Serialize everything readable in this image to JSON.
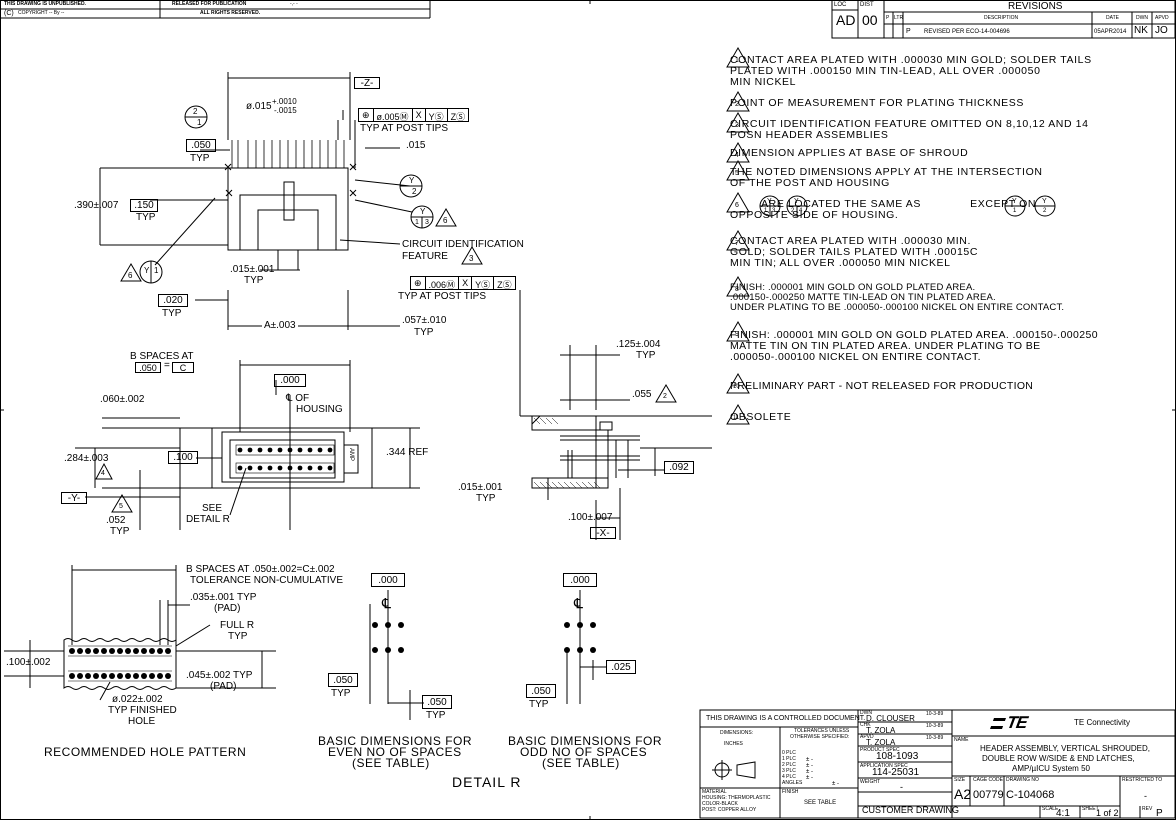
{
  "header": {
    "unpublished": "THIS DRAWING IS UNPUBLISHED.",
    "released": "RELEASED FOR PUBLICATION",
    "released_val": "-,-  -",
    "copyright": "COPYRIGHT    --    By --",
    "rights": "ALL RIGHTS RESERVED.",
    "copyright_symbol": "C"
  },
  "revisions": {
    "title": "REVISIONS",
    "loc_label": "LOC",
    "loc": "AD",
    "dist_label": "DIST",
    "dist": "00",
    "col_p": "P",
    "col_ltr": "LTR",
    "col_desc": "DESCRIPTION",
    "col_date": "DATE",
    "col_dwn": "DWN",
    "col_apvd": "APVD",
    "row_ltr": "P",
    "row_desc": "REVISED PER ECO-14-004696",
    "row_date": "05APR2014",
    "row_dwn": "NK",
    "row_apvd": "JO"
  },
  "notes": [
    {
      "num": "1",
      "text": "CONTACT AREA PLATED WITH .000030 MIN GOLD; SOLDER TAILS\nPLATED WITH .000150 MIN TIN-LEAD, ALL OVER .000050\nMIN NICKEL"
    },
    {
      "num": "2",
      "text": "POINT OF MEASUREMENT FOR PLATING THICKNESS"
    },
    {
      "num": "3",
      "text": "CIRCUIT IDENTIFICATION FEATURE OMITTED ON 8,10,12 AND 14\nPOSN HEADER ASSEMBLIES"
    },
    {
      "num": "4",
      "text": "DIMENSION APPLIES AT BASE OF SHROUD"
    },
    {
      "num": "5",
      "text": "THE NOTED DIMENSIONS APPLY AT THE INTERSECTION\nOF THE POST AND HOUSING"
    },
    {
      "num": "6",
      "text": "         ARE LOCATED THE SAME AS              EXCEPT ON\nOPPOSITE SIDE OF HOUSING."
    },
    {
      "num": "7",
      "text": "CONTACT AREA PLATED WITH .000030 MIN.\nGOLD; SOLDER TAILS PLATED WITH .00015C\nMIN TIN; ALL OVER .000050 MIN NICKEL"
    },
    {
      "num": "8",
      "text": "FINISH: .000001 MIN GOLD ON GOLD PLATED AREA.\n.000150-.000250 MATTE TIN-LEAD ON TIN PLATED AREA.\nUNDER PLATING TO BE .000050-.000100 NICKEL ON ENTIRE CONTACT."
    },
    {
      "num": "9",
      "text": "FINISH: .000001 MIN GOLD ON GOLD PLATED AREA. .000150-.000250\nMATTE TIN ON TIN PLATED AREA. UNDER PLATING TO BE\n.000050-.000100 NICKEL ON ENTIRE CONTACT."
    },
    {
      "num": "10",
      "text": "PRELIMINARY PART - NOT RELEASED FOR PRODUCTION"
    },
    {
      "num": "11",
      "text": "OBSOLETE"
    }
  ],
  "note6_refs": {
    "a_top": "Y",
    "a_bl": "1",
    "a_br": "3",
    "b_top": "Y",
    "b_bl": "2",
    "b_br": "4",
    "c_top": "Y",
    "c_bot": "1",
    "d_top": "Y",
    "d_bot": "2"
  },
  "top_view": {
    "z_datum": "-Z-",
    "dia": "ø.015",
    "dia_tol_plus": "+.0010",
    "dia_tol_minus": "-.0015",
    "fcf1": [
      "⊕",
      "ø.005Ⓜ",
      "X",
      "YⓈ",
      "ZⓈ"
    ],
    "typ_post_tips": "TYP AT POST TIPS",
    "d015": ".015",
    "d050": ".050",
    "typ": "TYP",
    "d390": ".390±.007",
    "d150": ".150",
    "circ_id": "CIRCUIT IDENTIFICATION",
    "feature": "FEATURE",
    "d015b": ".015±.001",
    "fcf2": [
      "⊕",
      ".006Ⓜ",
      "X",
      "YⓈ",
      "ZⓈ"
    ],
    "d020": ".020",
    "dA": "A±.003",
    "d057": ".057±.010",
    "n1_top": "2",
    "n1_bot": "1",
    "n2_top": "Y",
    "n2_bot": "2",
    "n3_top": "Y",
    "n3_bl": "1",
    "n3_br": "3",
    "n4_top": "Y",
    "n4_bot": "1",
    "tri6": "6",
    "tri3": "3"
  },
  "front_view": {
    "b_spaces": "B SPACES AT",
    "d050": ".050",
    "eq": "=",
    "C": "C",
    "d000": ".000",
    "cl_of": "℄ OF",
    "housing": "HOUSING",
    "d060": ".060±.002",
    "d284": ".284±.003",
    "tri4": "4",
    "d100": ".100",
    "d344": ".344 REF",
    "amp": "AMP",
    "y_datum": "-Y-",
    "tri5": "5",
    "d052": ".052",
    "typ": "TYP",
    "see": "SEE",
    "detail_r": "DETAIL R"
  },
  "side_view": {
    "d125": ".125±.004",
    "typ": "TYP",
    "d055": ".055",
    "tri2": "2",
    "d092": ".092",
    "d015": ".015±.001",
    "typ2": "TYP",
    "d100": ".100±.007",
    "x_datum": "-X-"
  },
  "hole_pattern": {
    "b_spaces": "B SPACES AT .050±.002=C±.002",
    "tol": "TOLERANCE NON-CUMULATIVE",
    "d035": ".035±.001 TYP",
    "pad": "(PAD)",
    "full_r": "FULL R",
    "typ": "TYP",
    "d100": ".100±.002",
    "d045": ".045±.002 TYP",
    "pad2": "(PAD)",
    "dia022": "ø.022±.002",
    "typ_finished": "TYP FINISHED",
    "hole": "HOLE",
    "title": "RECOMMENDED HOLE PATTERN"
  },
  "detail_r": {
    "even_000": ".000",
    "even_050a": ".050",
    "even_050b": ".050",
    "typ": "TYP",
    "even_caption1": "BASIC DIMENSIONS FOR",
    "even_caption2": "EVEN NO OF SPACES",
    "even_caption3": "(SEE TABLE)",
    "odd_000": ".000",
    "odd_025": ".025",
    "odd_050": ".050",
    "odd_caption1": "BASIC DIMENSIONS FOR",
    "odd_caption2": "ODD NO OF SPACES",
    "odd_caption3": "(SEE TABLE)",
    "title": "DETAIL R",
    "cl": "℄"
  },
  "title_block": {
    "controlled": "THIS DRAWING IS A CONTROLLED DOCUMENT.",
    "dimensions": "DIMENSIONS:",
    "inches": "INCHES",
    "tol_unless": "TOLERANCES UNLESS",
    "otherwise": "OTHERWISE SPECIFIED:",
    "plc0": "0 PLC",
    "plc1": "1 PLC",
    "plc2": "2 PLC",
    "plc3": "3 PLC",
    "plc4": "4 PLC",
    "angles": "ANGLES",
    "pm": "±  -",
    "material": "MATERIAL",
    "mat1": "HOUSING: THERMOPLASTIC",
    "mat2": "COLOR-BLACK",
    "mat3": "POST: COPPER ALLOY",
    "finish": "FINISH",
    "see_table": "SEE TABLE",
    "dwn_label": "DWN",
    "dwn": "D. CLOUSER",
    "dwn_date": "10-3-89",
    "chk_label": "CHK",
    "chk": "T. ZOLA",
    "chk_date": "10-3-89",
    "apvd_label": "APVD",
    "apvd": "T. ZOLA",
    "apvd_date": "10-3-89",
    "product_spec_label": "PRODUCT SPEC",
    "product_spec": "108-1093",
    "app_spec_label": "APPLICATION SPEC",
    "app_spec": "114-25031",
    "weight_label": "WEIGHT",
    "weight": "-",
    "customer": "CUSTOMER DRAWING",
    "company": "TE Connectivity",
    "name_label": "NAME",
    "name1": "HEADER ASSEMBLY, VERTICAL SHROUDED,",
    "name2": "DOUBLE ROW W/SIDE &   END LATCHES,",
    "name3": "AMP/µICU    System 50",
    "size_label": "SIZE",
    "size": "A2",
    "cage_label": "CAGE CODE",
    "cage": "00779",
    "dwg_label": "DRAWING NO",
    "dwg": "C-104068",
    "restricted": "RESTRICTED TO",
    "restricted_val": "-",
    "scale_label": "SCALE",
    "scale": "4:1",
    "sheet_label": "SHEET",
    "sheet": "1 of 2",
    "rev_label": "REV",
    "rev": "P"
  }
}
